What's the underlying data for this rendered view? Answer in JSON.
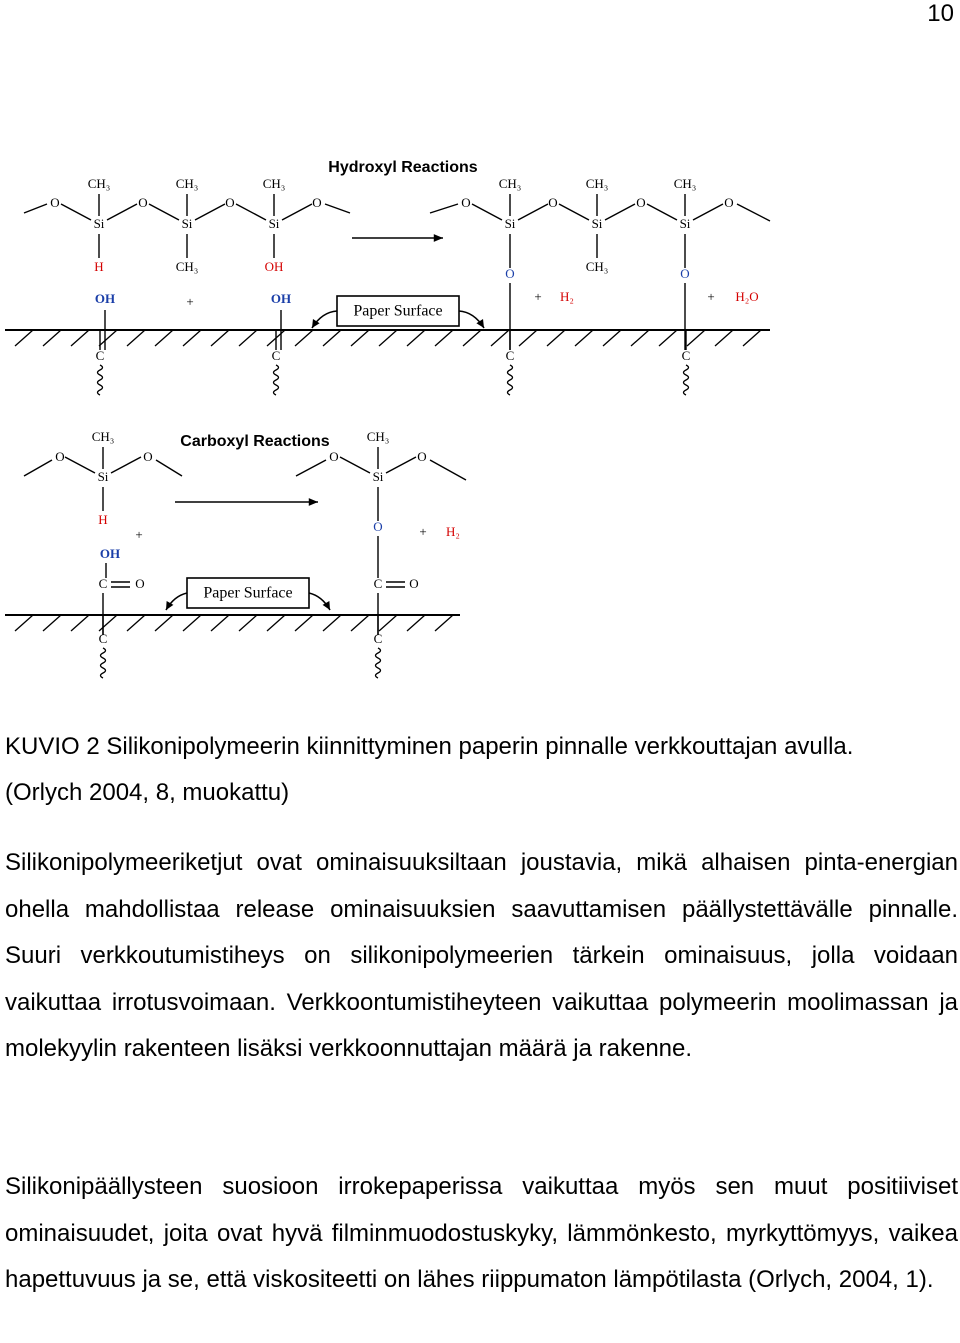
{
  "page_number": "10",
  "figure": {
    "hydroxyl_title": "Hydroxyl Reactions",
    "carboxyl_title": "Carboxyl Reactions",
    "paper_surface": "Paper Surface",
    "labels": {
      "ch3": "CH₃",
      "o": "O",
      "si": "Si",
      "h": "H",
      "oh": "OH",
      "c": "C",
      "plus": "+",
      "h2": "H₂",
      "h2o": "H₂O"
    }
  },
  "caption": {
    "line1": "KUVIO 2 Silikonipolymeerin kiinnittyminen paperin pinnalle verkkouttajan avulla.",
    "line2": "(Orlych 2004, 8, muokattu)"
  },
  "paragraphs": [
    "Silikonipolymeeriketjut ovat ominaisuuksiltaan joustavia, mikä alhaisen pinta-energian ohella mahdollistaa release ominaisuuksien saavuttamisen päällystettävälle pinnalle.  Suuri verkkoutumistiheys on silikonipolymeerien tärkein ominaisuus, jolla voidaan vaikuttaa irrotusvoimaan. Verkkoontumistiheyteen vaikuttaa polymeerin moolimassan ja molekyylin rakenteen lisäksi verkkoonnuttajan määrä ja rakenne.",
    "Silikonipäällysteen suosioon irrokepaperissa vaikuttaa myös sen muut positiiviset ominaisuudet, joita ovat hyvä filminmuodostuskyky, lämmönkesto, myrkyttömyys, vaikea hapettuvuus ja se, että viskositeetti on lähes riippumaton lämpötilasta (Orlych, 2004, 1)."
  ],
  "colors": {
    "red_label": "#d40000",
    "blue_label": "#1a3ea8"
  }
}
